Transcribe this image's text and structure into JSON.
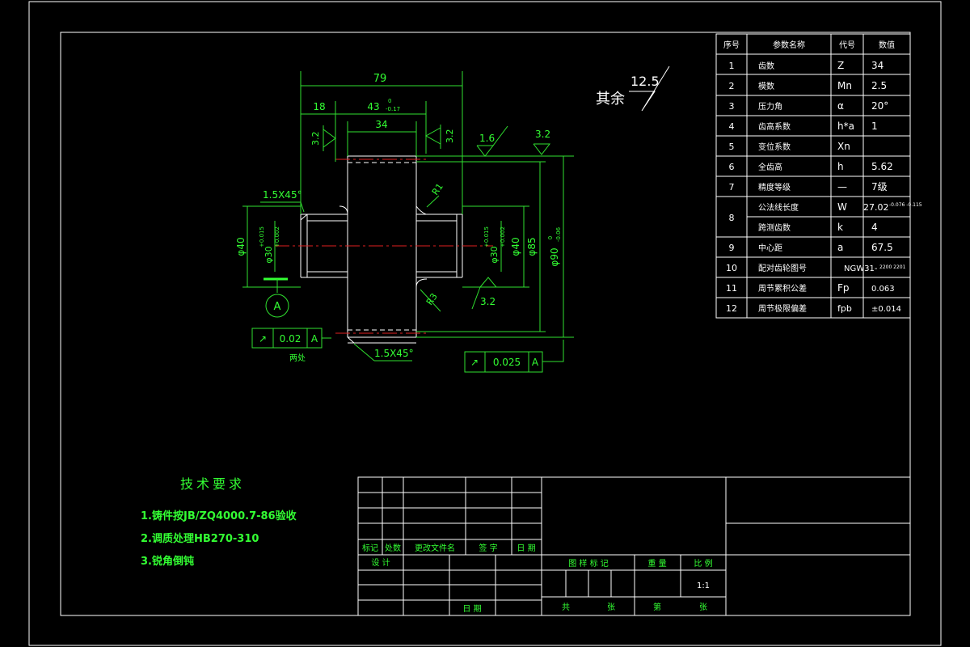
{
  "params_table": {
    "headers": [
      "序号",
      "参数名称",
      "代号",
      "数值"
    ],
    "rows": [
      {
        "no": "1",
        "name": "齿数",
        "sym": "Z",
        "val": "34"
      },
      {
        "no": "2",
        "name": "模数",
        "sym": "Mn",
        "val": "2.5"
      },
      {
        "no": "3",
        "name": "压力角",
        "sym": "α",
        "val": "20°"
      },
      {
        "no": "4",
        "name": "齿高系数",
        "sym": "h*a",
        "val": "1"
      },
      {
        "no": "5",
        "name": "变位系数",
        "sym": "Xn",
        "val": ""
      },
      {
        "no": "6",
        "name": "全齿高",
        "sym": "h",
        "val": "5.62"
      },
      {
        "no": "7",
        "name": "精度等级",
        "sym": "—",
        "val": "7级"
      },
      {
        "no": "8",
        "name": "公法线长度",
        "sym": "W",
        "val": "27.02"
      },
      {
        "no": "8",
        "name": "跨测齿数",
        "sym": "k",
        "val": "4"
      },
      {
        "no": "9",
        "name": "中心距",
        "sym": "a",
        "val": "67.5"
      },
      {
        "no": "10",
        "name": "配对齿轮图号",
        "sym": "NGW31-",
        "val": ""
      },
      {
        "no": "11",
        "name": "周节累积公差",
        "sym": "Fp",
        "val": "0.063"
      },
      {
        "no": "12",
        "name": "周节极限偏差",
        "sym": "fpb",
        "val": "±0.014"
      }
    ],
    "w_tolerance": "-0.076 -0.115",
    "mate_drawing_sub": "2200 2201"
  },
  "dims": {
    "total_length": "79",
    "left_len": "18",
    "mid_len": "43",
    "mid_tol_upper": "0",
    "mid_tol_lower": "-0.17",
    "hub_len": "34",
    "left_chamfer": "1.5X45°",
    "bottom_chamfer": "1.5X45°",
    "left_shaft": "φ40",
    "left_bore": "φ30",
    "bore_tol_upper": "+0.015",
    "bore_tol_lower": "+0.002",
    "right_shaft": "φ40",
    "right_bore": "φ30",
    "phi85": "φ85",
    "phi90": "φ90",
    "phi90_tol_upper": "0",
    "phi90_tol_lower": "-0.06",
    "r1": "R1",
    "r3": "R3",
    "datum": "A",
    "two_places": "两处"
  },
  "roughness": {
    "other_label": "其余",
    "other_value": "12.5",
    "r_left": "3.2",
    "r_right": "3.2",
    "r_16": "1.6",
    "r_top_right": "3.2",
    "r_bottom": "3.2"
  },
  "tolerance_frames": {
    "left": {
      "symbol": "↗",
      "value": "0.02",
      "datum": "A"
    },
    "right": {
      "symbol": "↗",
      "value": "0.025",
      "datum": "A"
    }
  },
  "tech_req": {
    "title": "技术要求",
    "items": [
      "1.铸件按JB/ZQ4000.7-86验收",
      "2.调质处理HB270-310",
      "3.锐角倒钝"
    ]
  },
  "title_block": {
    "mark": "标记",
    "count": "处数",
    "doc": "更改文件名",
    "sign": "签 字",
    "date": "日 期",
    "design": "设 计",
    "date2": "日 期",
    "stage": "图 样 标 记",
    "weight": "重 量",
    "scale": "比 例",
    "scale_value": "1:1",
    "total": "共",
    "sheet": "张",
    "no": "第",
    "sheet2": "张"
  }
}
